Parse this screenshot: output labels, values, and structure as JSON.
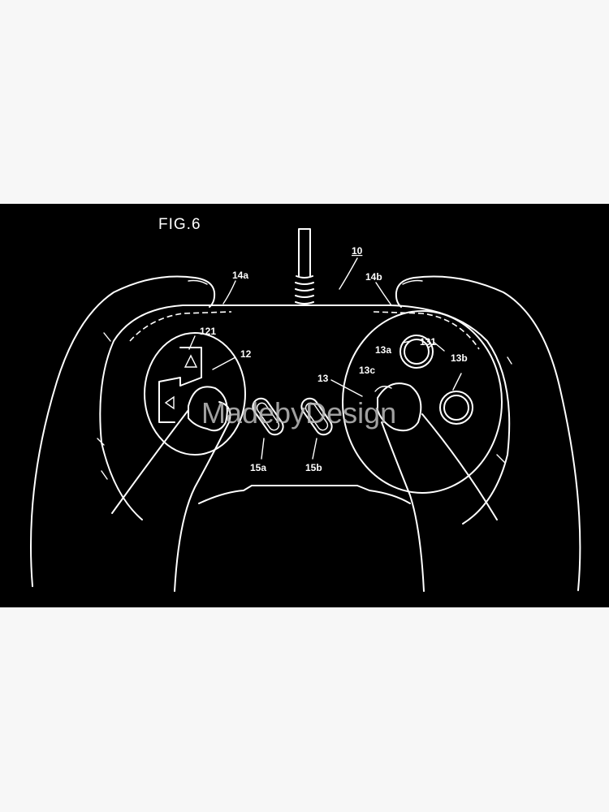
{
  "figure": {
    "title": "FIG.6",
    "labels": {
      "controller": "10",
      "shoulder_left": "14a",
      "shoulder_right": "14b",
      "dpad_key": "121",
      "dpad": "12",
      "button_group": "13",
      "button_c": "13c",
      "button_a": "13a",
      "button_pair": "131",
      "button_b": "13b",
      "select_button": "15a",
      "start_button": "15b"
    }
  },
  "watermark": "MadebyDesign",
  "colors": {
    "background": "#f7f7f7",
    "panel": "#000000",
    "line": "#ffffff",
    "watermark": "#bdbdbd"
  }
}
